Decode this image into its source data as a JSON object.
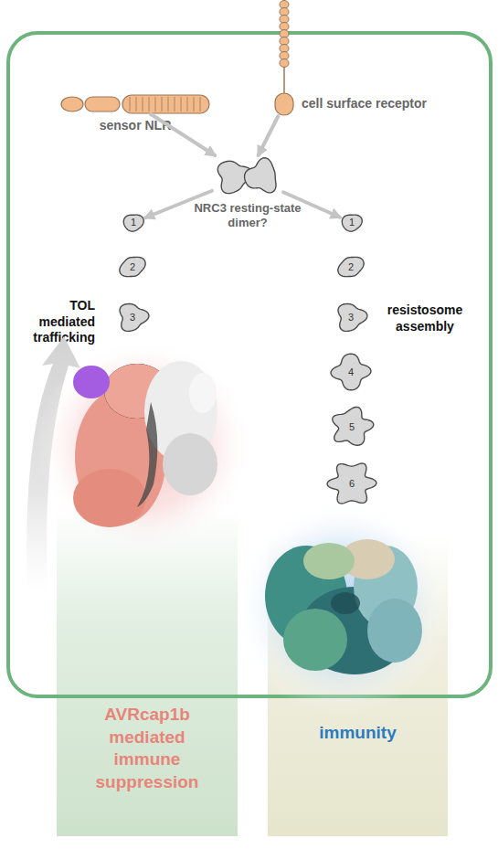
{
  "diagram": {
    "nodes": [
      {
        "text": [
          "sensor NLR"
        ]
      },
      {
        "text": [
          "cell surface receptor"
        ]
      },
      {
        "text": [
          "NRC3 resting-state dimer?"
        ]
      },
      {
        "text": [
          "1"
        ]
      },
      {
        "text": [
          "2"
        ]
      },
      {
        "text": [
          "3"
        ]
      },
      {
        "text": [
          "1"
        ]
      },
      {
        "text": [
          "2"
        ]
      },
      {
        "text": [
          "3"
        ]
      },
      {
        "text": [
          "4"
        ]
      },
      {
        "text": [
          "5"
        ]
      },
      {
        "text": [
          "6"
        ]
      },
      {
        "text": [
          "AVRcap1b mediated immune suppression"
        ]
      },
      {
        "text": [
          "immunity"
        ]
      }
    ],
    "edges": [
      {
        "from": 0,
        "to": 2,
        "arrow": "to"
      },
      {
        "from": 1,
        "to": 2,
        "arrow": "to"
      },
      {
        "from": 2,
        "to": 3,
        "arrow": "to"
      },
      {
        "from": 2,
        "to": 6,
        "arrow": "to"
      }
    ],
    "labels": [
      "TOL mediated trafficking",
      "resistosome assembly"
    ]
  }
}
